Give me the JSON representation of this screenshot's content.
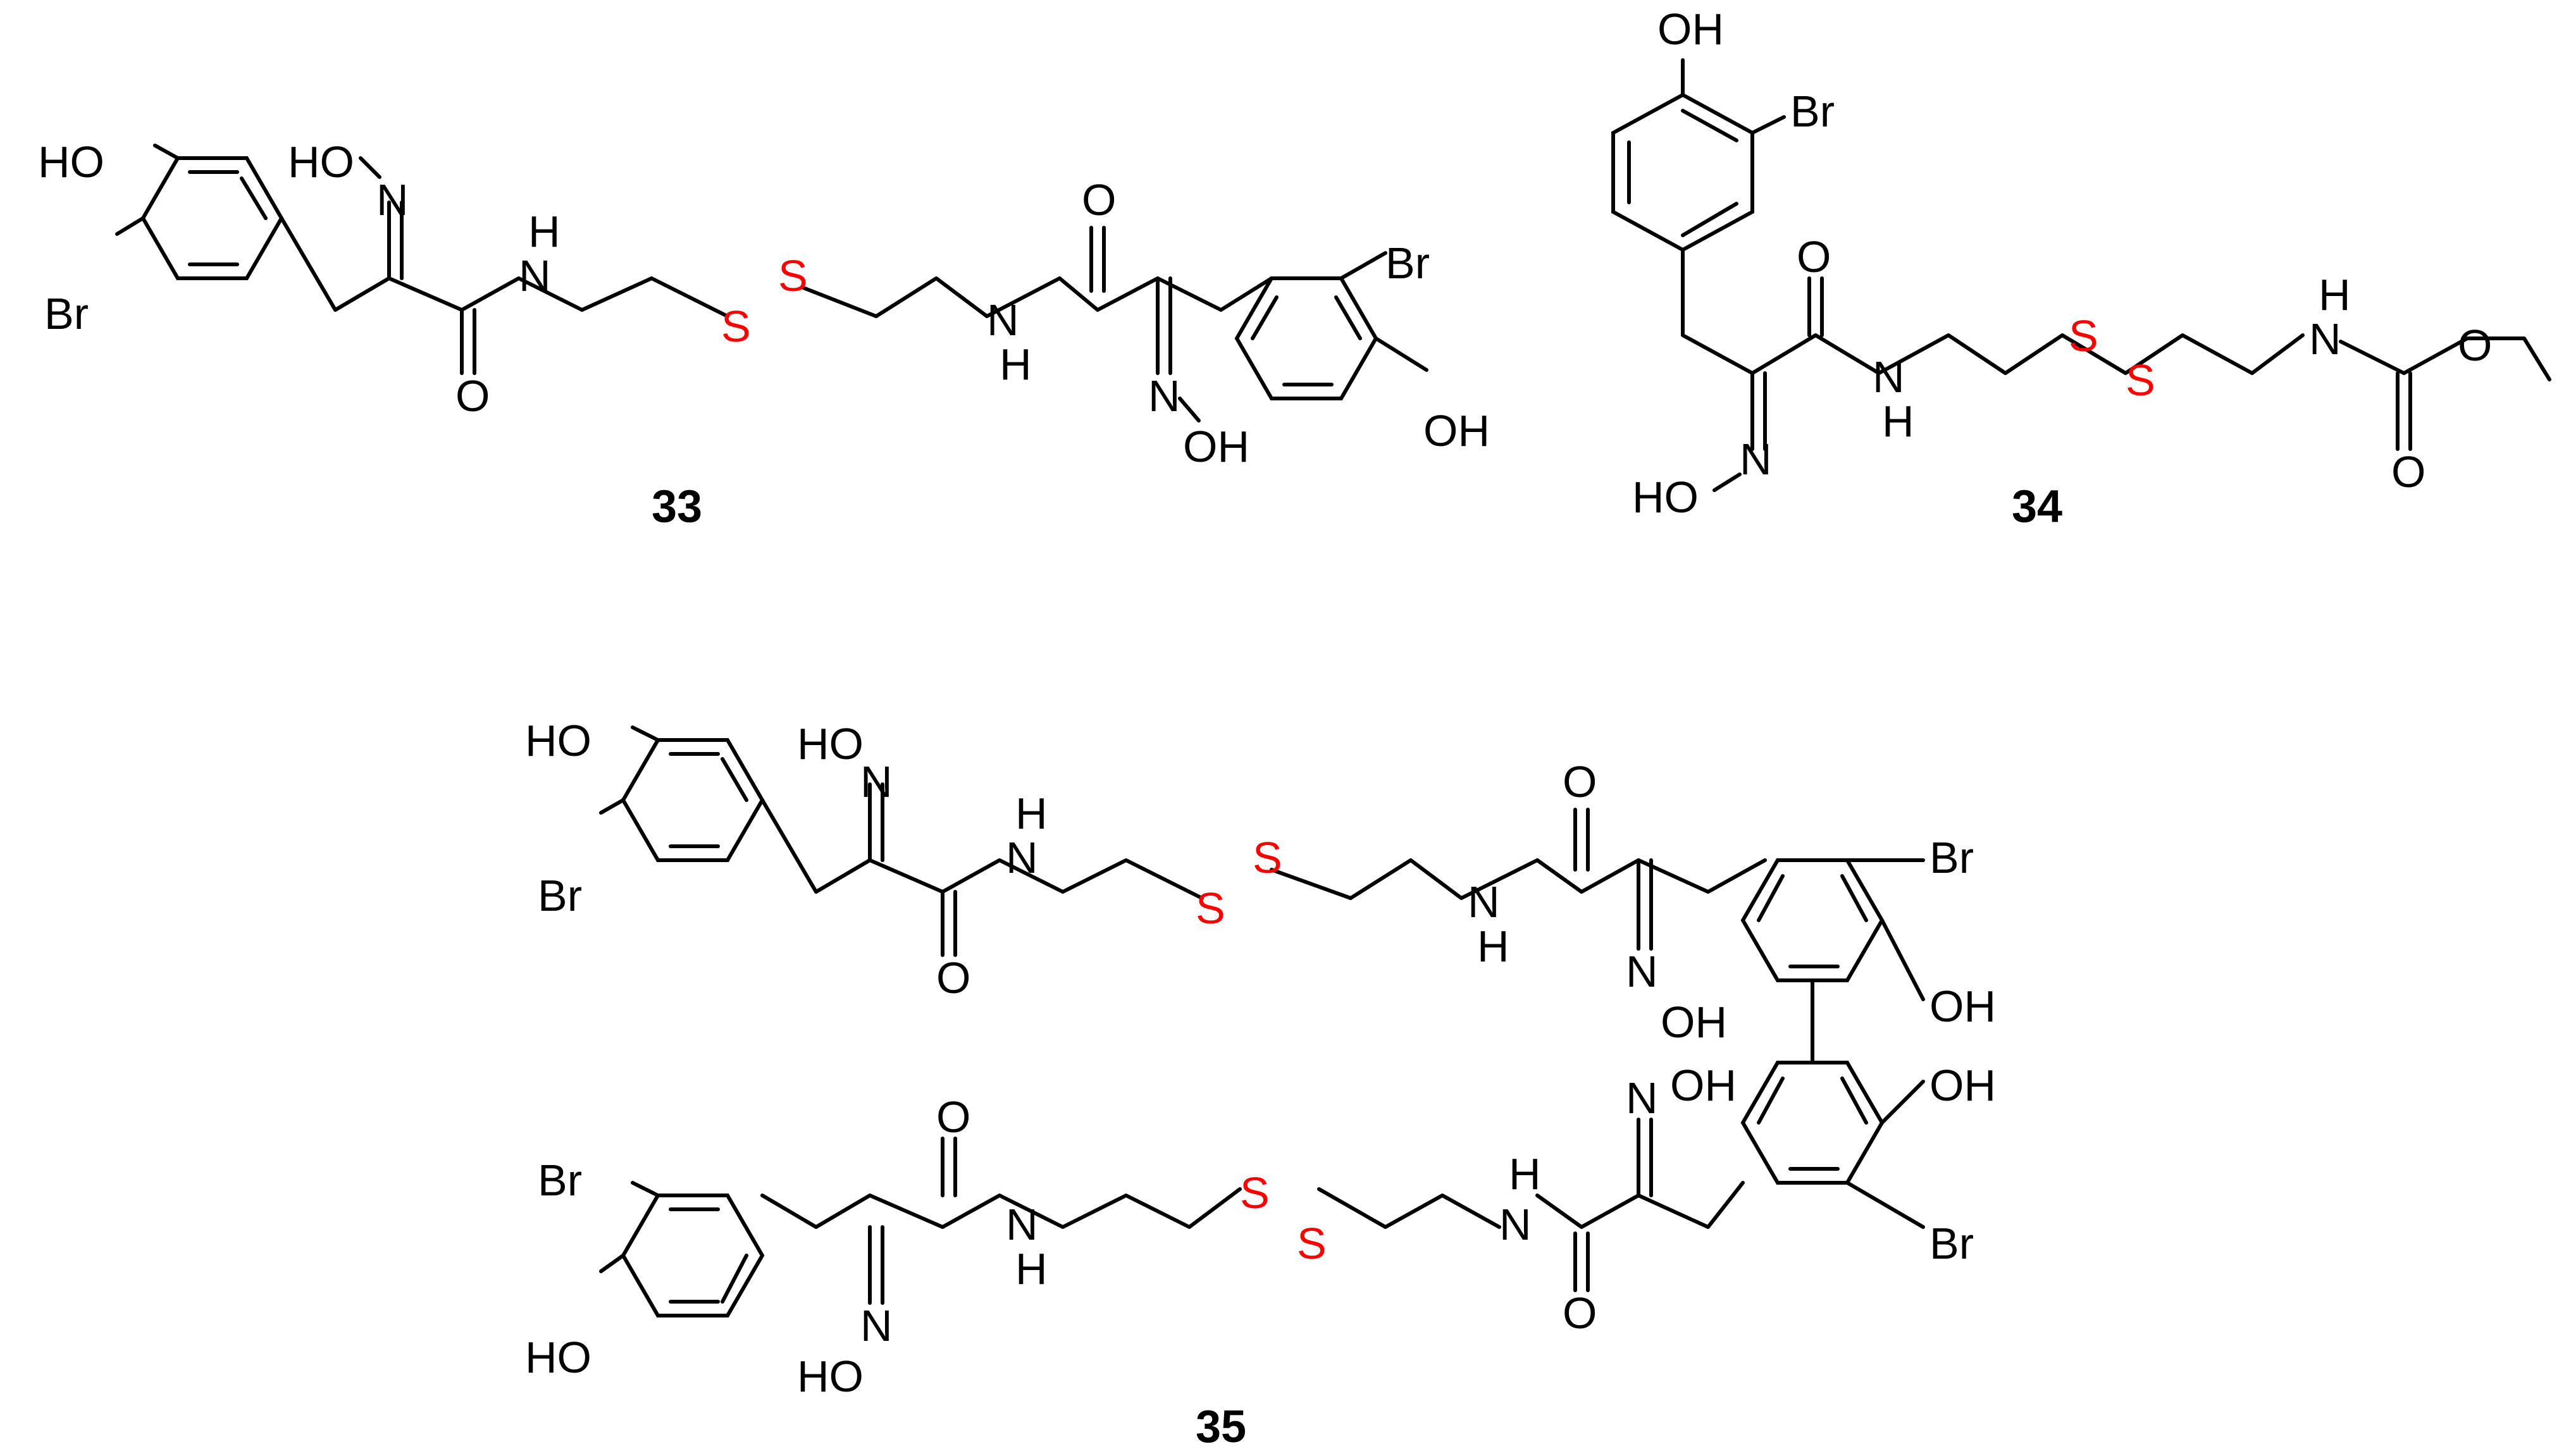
{
  "colors": {
    "bond": "#000000",
    "atom": "#000000",
    "sulfur": "#ff0000",
    "background": "#ffffff"
  },
  "atoms": {
    "ho": "HO",
    "oh": "OH",
    "br": "Br",
    "n": "N",
    "nh": "N",
    "h": "H",
    "o": "O",
    "s": "S"
  },
  "compounds": [
    {
      "id": "33",
      "label": "33"
    },
    {
      "id": "34",
      "label": "34"
    },
    {
      "id": "35",
      "label": "35"
    }
  ]
}
